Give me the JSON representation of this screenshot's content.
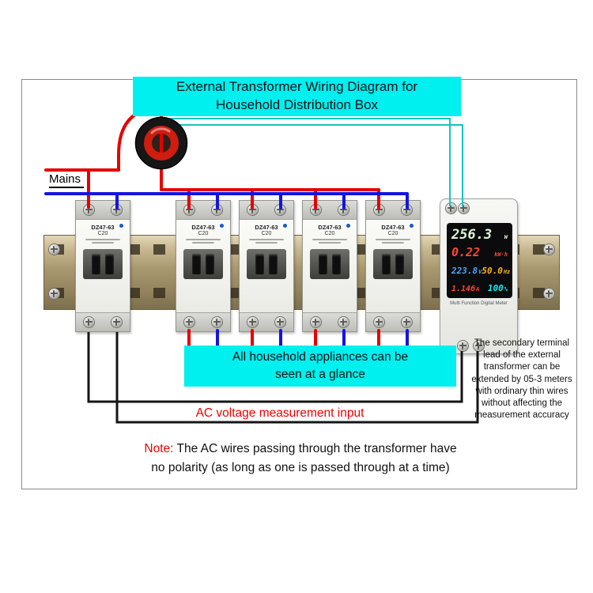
{
  "title": {
    "line1": "External Transformer Wiring Diagram for",
    "line2": "Household Distribution Box"
  },
  "mains": {
    "label": "Mains"
  },
  "breaker": {
    "model": "DZ47-63",
    "rating": "C20"
  },
  "meter": {
    "brand_line": "Multi Function Digital Meter",
    "display": {
      "power": "256.3",
      "power_unit": "W",
      "energy": "0.22",
      "energy_unit": "kW·h",
      "voltage": "223.8",
      "voltage_unit": "V",
      "frequency": "50.0",
      "frequency_unit": "Hz",
      "current": "1.146",
      "current_unit": "A",
      "power_factor": "100",
      "power_factor_unit": "%"
    }
  },
  "annotations": {
    "appliances_line1": "All household appliances can be",
    "appliances_line2": "seen at a glance",
    "ac_input": "AC voltage measurement input",
    "note_prefix": "Note:",
    "note_line1": " The AC wires passing through the transformer have",
    "note_line2": "no polarity (as long as one is passed through at a time)",
    "side_note": "The secondary terminal lead of the external transformer can be extended by 05-3 meters with ordinary thin wires without affecting the measurement accuracy"
  },
  "colors": {
    "highlight_cyan": "#00efef",
    "wire_live": "#e60000",
    "wire_neutral": "#1414e0",
    "wire_secondary": "#17c3c3",
    "wire_measure": "#151515",
    "note_red": "#f00000",
    "display_power": "#dff3d8",
    "display_energy": "#ff4633",
    "display_voltage": "#4fa8ff",
    "display_frequency": "#ffb020",
    "display_pf": "#19e8f2"
  }
}
